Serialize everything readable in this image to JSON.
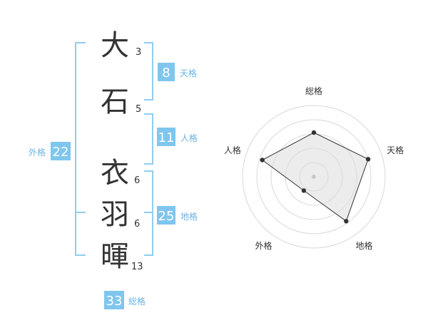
{
  "name_chars": [
    {
      "char": "大",
      "strokes": "3"
    },
    {
      "char": "石",
      "strokes": "5"
    },
    {
      "char": "衣",
      "strokes": "6"
    },
    {
      "char": "羽",
      "strokes": "6"
    },
    {
      "char": "暉",
      "strokes": "13"
    }
  ],
  "fortunes": {
    "tenkaku": {
      "value": "8",
      "label": "天格"
    },
    "jinkaku": {
      "value": "11",
      "label": "人格"
    },
    "chikaku": {
      "value": "25",
      "label": "地格"
    },
    "gaikaku": {
      "value": "22",
      "label": "外格"
    },
    "soukaku": {
      "value": "33",
      "label": "総格"
    }
  },
  "colors": {
    "accent": "#7fc6ef",
    "bracket": "#8fcdf1",
    "label": "#6ab4e6"
  },
  "chart_data": {
    "type": "radar",
    "axes": [
      "総格",
      "天格",
      "地格",
      "外格",
      "人格"
    ],
    "values": [
      0.62,
      0.8,
      0.77,
      0.24,
      0.76
    ],
    "range": [
      0,
      1
    ],
    "rings": 5
  }
}
